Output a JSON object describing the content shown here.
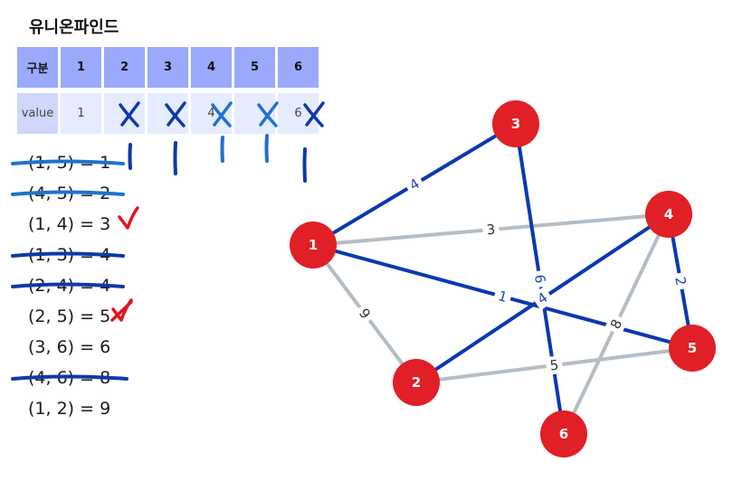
{
  "title": "유니온파인드",
  "table": {
    "header_label": "구분",
    "row_label": "value",
    "columns": [
      "1",
      "2",
      "3",
      "4",
      "5",
      "6"
    ],
    "values": [
      "1",
      "",
      "",
      "4",
      "",
      "6"
    ],
    "crossed": [
      false,
      true,
      true,
      true,
      true,
      true
    ]
  },
  "edges_list": [
    {
      "text": "(1, 5) = 1",
      "struck": true,
      "rejected": false
    },
    {
      "text": "(4, 5) = 2",
      "struck": true,
      "rejected": false
    },
    {
      "text": "(1, 4) = 3",
      "struck": false,
      "rejected": true
    },
    {
      "text": "(1, 3) = 4",
      "struck": true,
      "rejected": false
    },
    {
      "text": "(2, 4) = 4",
      "struck": true,
      "rejected": false
    },
    {
      "text": "(2, 5) = 5",
      "struck": false,
      "rejected": true
    },
    {
      "text": "(3, 6) = 6",
      "struck": false,
      "rejected": false
    },
    {
      "text": "(4, 6) = 8",
      "struck": true,
      "rejected": false
    },
    {
      "text": "(1, 2) = 9",
      "struck": false,
      "rejected": false
    }
  ],
  "graph": {
    "nodes": [
      {
        "id": "1",
        "label": "1"
      },
      {
        "id": "2",
        "label": "2"
      },
      {
        "id": "3",
        "label": "3"
      },
      {
        "id": "4",
        "label": "4"
      },
      {
        "id": "5",
        "label": "5"
      },
      {
        "id": "6",
        "label": "6"
      }
    ],
    "edges": [
      {
        "from": "1",
        "to": "3",
        "weight": "4",
        "in_mst": true
      },
      {
        "from": "1",
        "to": "4",
        "weight": "3",
        "in_mst": false
      },
      {
        "from": "1",
        "to": "5",
        "weight": "1",
        "in_mst": true
      },
      {
        "from": "1",
        "to": "2",
        "weight": "9",
        "in_mst": false
      },
      {
        "from": "3",
        "to": "6",
        "weight": "6",
        "in_mst": true
      },
      {
        "from": "2",
        "to": "4",
        "weight": "4",
        "in_mst": true
      },
      {
        "from": "2",
        "to": "5",
        "weight": "5",
        "in_mst": false
      },
      {
        "from": "4",
        "to": "6",
        "weight": "8",
        "in_mst": false
      },
      {
        "from": "4",
        "to": "5",
        "weight": "2",
        "in_mst": true
      }
    ]
  },
  "colors": {
    "node_fill": "#e11f26",
    "node_text": "#ffffff",
    "mst_edge": "#0a38b0",
    "other_edge": "#b4bcc4",
    "weight_mst": "#1e45b8",
    "weight_other": "#333333",
    "ink_blue": "#0d3aa8",
    "ink_light_blue": "#1d72d0",
    "ink_red": "#e0151e",
    "header_bg": "#9aa9fb",
    "value_bg": "#e6ebfe"
  }
}
